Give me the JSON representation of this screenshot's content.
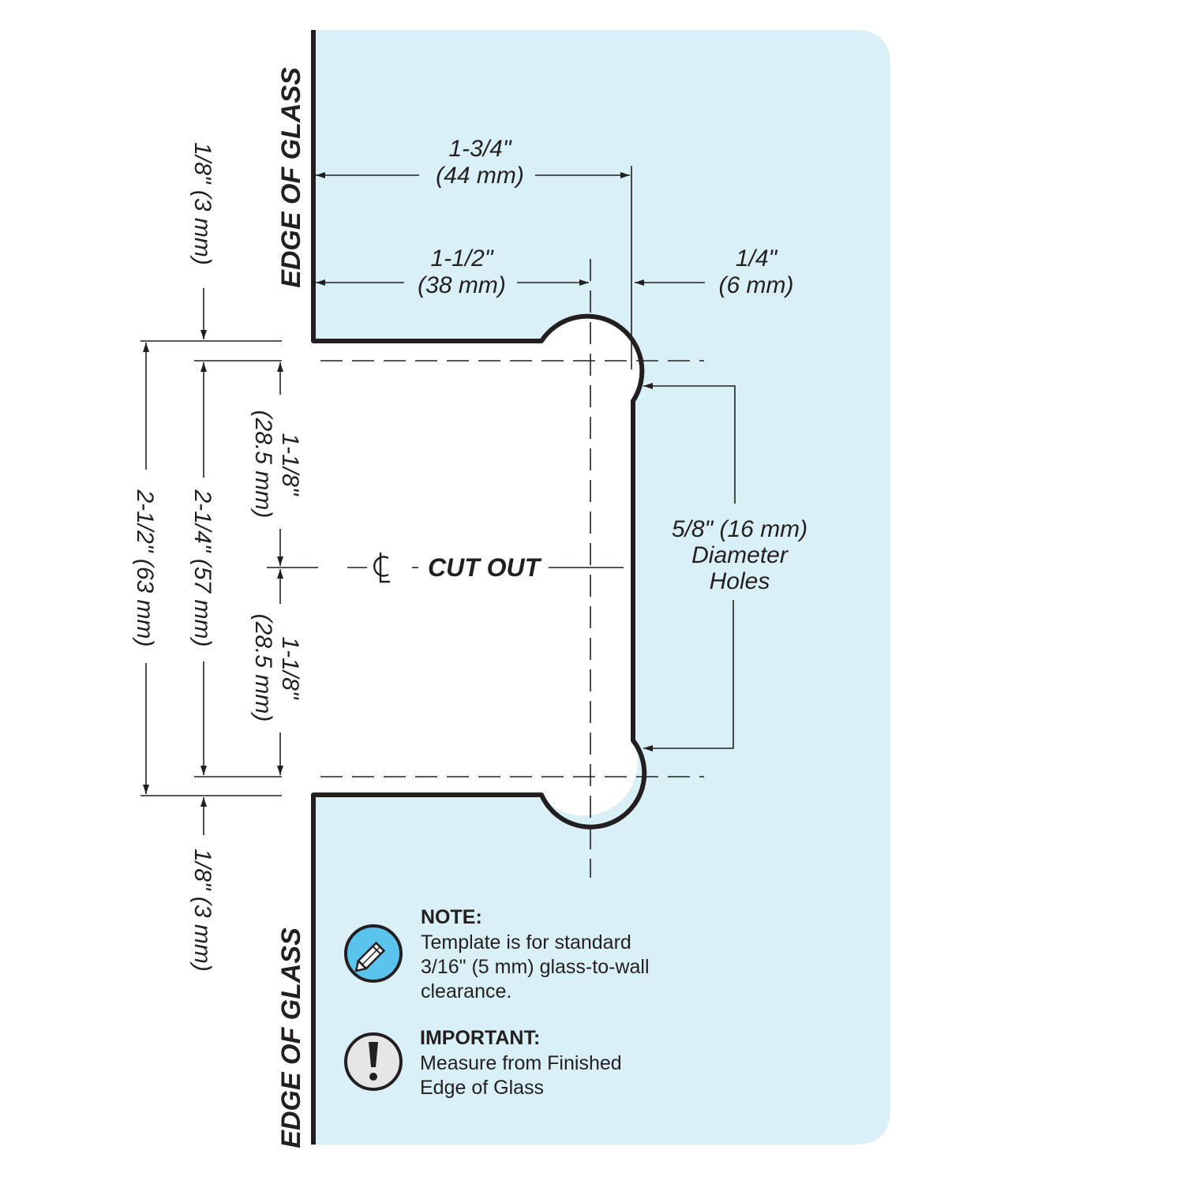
{
  "labels": {
    "edge_top": "EDGE OF GLASS",
    "edge_bottom": "EDGE OF GLASS",
    "cut_out": "CUT OUT",
    "centerline_symbol": "CL"
  },
  "dimensions": {
    "d1_3_4": {
      "line1": "1-3/4\"",
      "line2": "(44 mm)"
    },
    "d1_1_2": {
      "line1": "1-1/2\"",
      "line2": "(38 mm)"
    },
    "d1_4": {
      "line1": "1/4\"",
      "line2": "(6 mm)"
    },
    "d1_8_top": "1/8\" (3 mm)",
    "d1_8_bottom": "1/8\" (3 mm)",
    "d2_1_2": "2-1/2\" (63 mm)",
    "d2_1_4": "2-1/4\" (57 mm)",
    "d1_1_8_top": {
      "line1": "1-1/8\"",
      "line2": "(28.5 mm)"
    },
    "d1_1_8_bottom": {
      "line1": "1-1/8\"",
      "line2": "(28.5 mm)"
    },
    "holes": {
      "line1": "5/8\" (16 mm)",
      "line2": "Diameter",
      "line3": "Holes"
    }
  },
  "note": {
    "heading": "NOTE:",
    "line1": "Template is for standard",
    "line2": "3/16\" (5 mm) glass-to-wall",
    "line3": "clearance."
  },
  "important": {
    "heading": "IMPORTANT:",
    "line1": "Measure from Finished",
    "line2": "Edge of Glass"
  },
  "icons": {
    "note": "pencil-icon",
    "important": "exclamation-icon"
  },
  "colors": {
    "glass": "#daf0f7",
    "line": "#231f20",
    "icon_blue": "#5bc4ec",
    "icon_grey": "#e6e6e6"
  }
}
